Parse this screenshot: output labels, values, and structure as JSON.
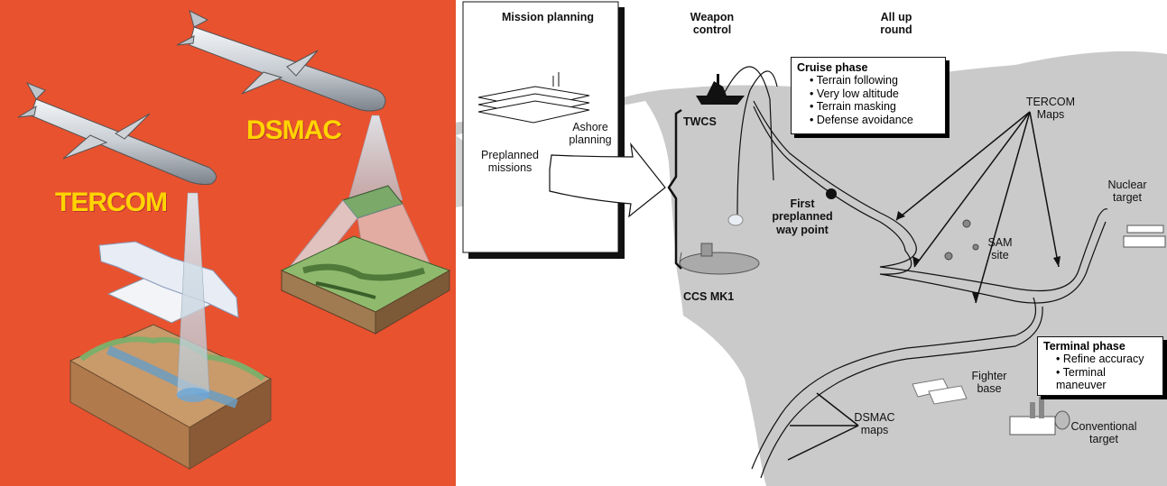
{
  "left_panel": {
    "labels": {
      "tercom": "TERCOM",
      "dsmac": "DSMAC"
    },
    "colors": {
      "background": "#e8522f",
      "label": "#ffd400"
    }
  },
  "right_panel": {
    "headers": {
      "mission_planning": "Mission planning",
      "weapon_control": "Weapon control",
      "all_up_round": "All up round"
    },
    "planning": {
      "ashore": "Ashore planning",
      "preplanned": "Preplanned missions"
    },
    "platforms": {
      "twcs": "TWCS",
      "ccs": "CCS MK1"
    },
    "waypoint": "First preplanned way point",
    "cruise_box": {
      "title": "Cruise phase",
      "items": [
        "Terrain following",
        "Very low altitude",
        "Terrain masking",
        "Defense avoidance"
      ]
    },
    "terminal_box": {
      "title": "Terminal phase",
      "items": [
        "Refine accuracy",
        "Terminal maneuver"
      ]
    },
    "labels": {
      "tercom_maps": "TERCOM Maps",
      "nuclear_target": "Nuclear target",
      "sam_site": "SAM site",
      "fighter_base": "Fighter base",
      "dsmac_maps": "DSMAC maps",
      "conventional_target": "Conventional target"
    }
  }
}
